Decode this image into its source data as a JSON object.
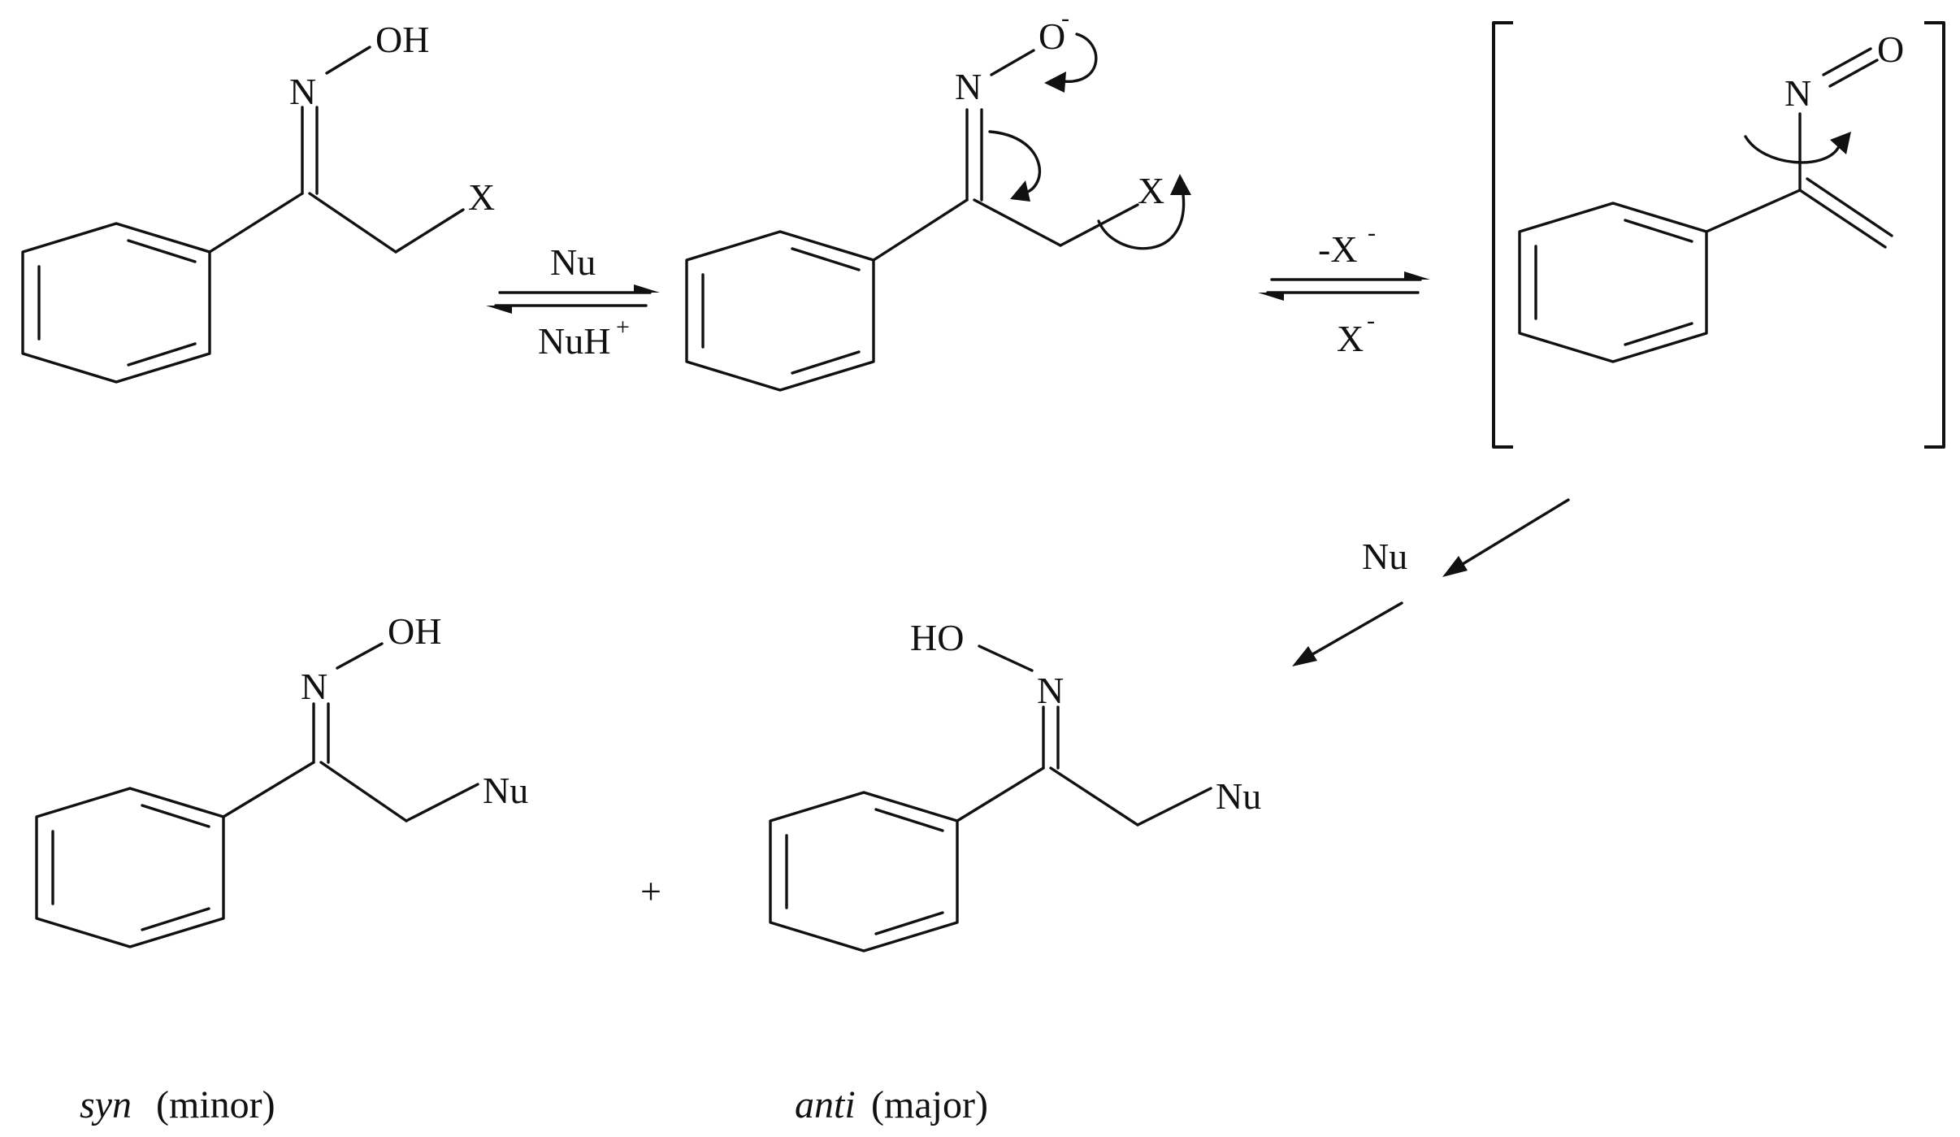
{
  "atoms": {
    "oh": "OH",
    "ho": "HO",
    "n": "N",
    "o": "O",
    "x": "X",
    "nu": "Nu"
  },
  "charges": {
    "minus": "-",
    "plus": "+"
  },
  "arrows": {
    "step1_forward": "Nu",
    "step1_reverse": "NuH",
    "step2_forward": "-X",
    "step2_reverse": "X",
    "step3": "Nu"
  },
  "operators": {
    "plus": "+"
  },
  "products": {
    "syn_isomer": "syn",
    "syn_ratio": "(minor)",
    "anti_isomer": "anti",
    "anti_ratio": "(major)"
  }
}
